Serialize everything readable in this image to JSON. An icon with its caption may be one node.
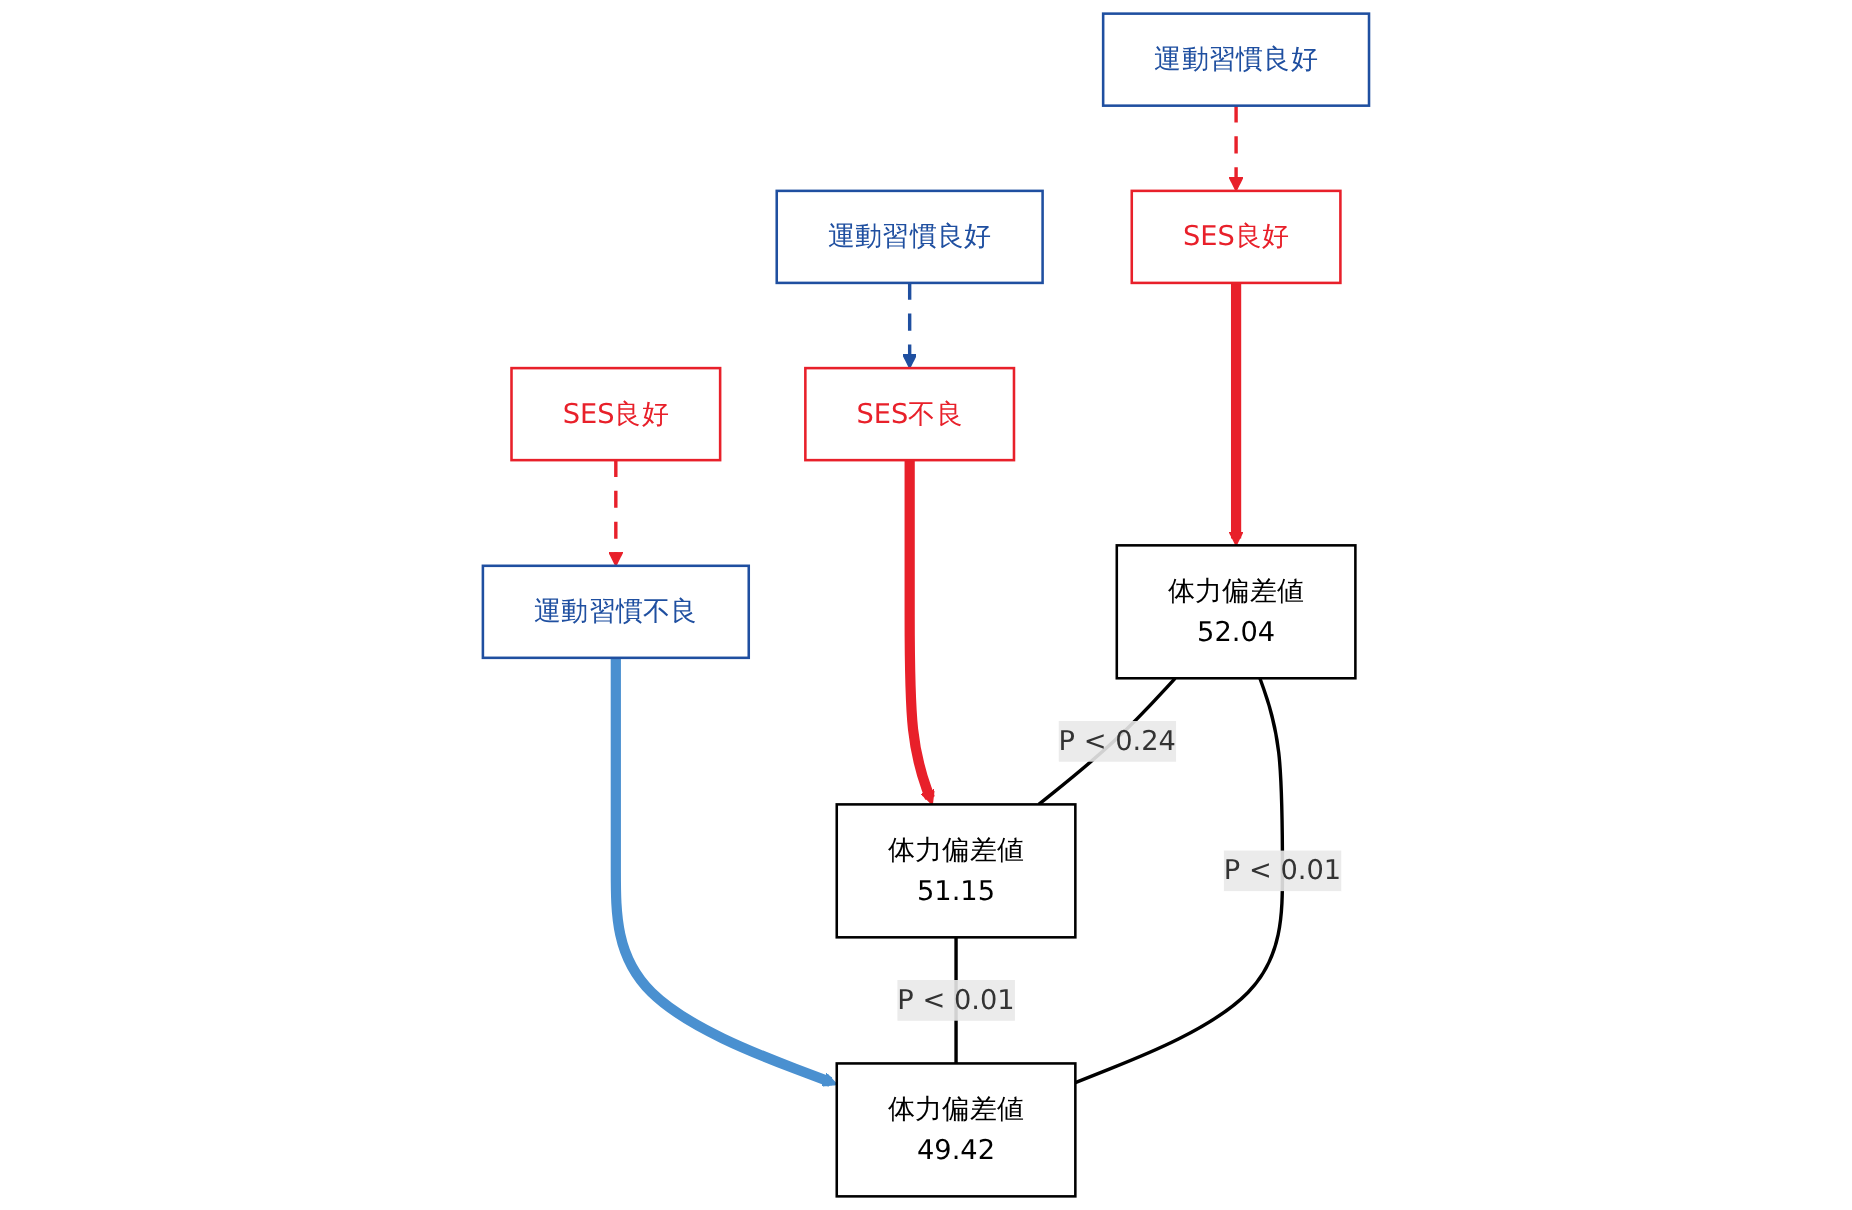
{
  "diagram": {
    "nodes": [
      {
        "text": [
          "運動習慣良好"
        ]
      },
      {
        "text": [
          "運動習慣良好"
        ]
      },
      {
        "text": [
          "SES良好"
        ]
      },
      {
        "text": [
          "SES良好"
        ]
      },
      {
        "text": [
          "SES不良"
        ]
      },
      {
        "text": [
          "運動習慣不良"
        ]
      },
      {
        "text": [
          "体力偏差値",
          "52.04"
        ]
      },
      {
        "text": [
          "体力偏差値",
          "51.15"
        ]
      },
      {
        "text": [
          "体力偏差値",
          "49.42"
        ]
      }
    ],
    "edges": [
      {
        "from": 0,
        "to": 3,
        "arrow": "to",
        "style": "dashed",
        "color": "#e8202a"
      },
      {
        "from": 1,
        "to": 4,
        "arrow": "to",
        "style": "dashed",
        "color": "#1f4fa0"
      },
      {
        "from": 2,
        "to": 5,
        "arrow": "to",
        "style": "dashed",
        "color": "#e8202a"
      },
      {
        "from": 3,
        "to": 6,
        "arrow": "to",
        "style": "thick",
        "color": "#e8202a"
      },
      {
        "from": 4,
        "to": 7,
        "arrow": "to",
        "style": "thick",
        "color": "#e8202a"
      },
      {
        "from": 5,
        "to": 8,
        "arrow": "to",
        "style": "thick",
        "color": "#4a90d0"
      },
      {
        "from": 6,
        "to": 7,
        "arrow": "none",
        "label": "P < 0.24",
        "color": "#000000"
      },
      {
        "from": 7,
        "to": 8,
        "arrow": "none",
        "label": "P < 0.01",
        "color": "#000000"
      },
      {
        "from": 6,
        "to": 8,
        "arrow": "none",
        "label": "P < 0.01",
        "color": "#000000"
      }
    ]
  }
}
